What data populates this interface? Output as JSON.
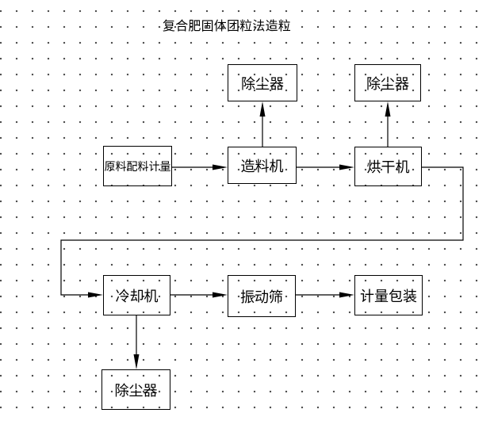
{
  "title": "复合肥固体团粒法造粒",
  "boxes": [
    {
      "id": "dust-collector-top-left",
      "label": "除尘器"
    },
    {
      "id": "dust-collector-top-right",
      "label": "除尘器"
    },
    {
      "id": "raw-material-metering",
      "label": "原料配料计量"
    },
    {
      "id": "granulator",
      "label": "造料机"
    },
    {
      "id": "dryer",
      "label": "烘干机"
    },
    {
      "id": "cooler",
      "label": "冷却机"
    },
    {
      "id": "vibrating-screen",
      "label": "振动筛"
    },
    {
      "id": "metering-packaging",
      "label": "计量包装"
    },
    {
      "id": "dust-collector-bottom",
      "label": "除尘器"
    }
  ],
  "connections": [
    {
      "from": "raw-material-metering",
      "to": "granulator"
    },
    {
      "from": "granulator",
      "to": "dryer"
    },
    {
      "from": "granulator",
      "to": "dust-collector-top-left"
    },
    {
      "from": "dryer",
      "to": "dust-collector-top-right"
    },
    {
      "from": "dryer",
      "to": "cooler"
    },
    {
      "from": "cooler",
      "to": "vibrating-screen"
    },
    {
      "from": "vibrating-screen",
      "to": "metering-packaging"
    },
    {
      "from": "cooler",
      "to": "dust-collector-bottom"
    }
  ],
  "colors": {
    "background": "#ffffff",
    "line": "#000000",
    "grid_dot": "#3a3a3a"
  }
}
